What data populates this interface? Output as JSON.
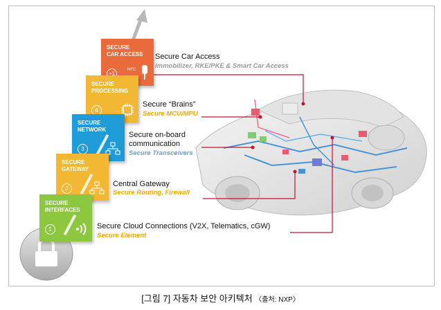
{
  "blocks": [
    {
      "name": "SECURE\nCAR ACCESS",
      "num": "+1",
      "tag": "NFC",
      "color": "#e96b3c"
    },
    {
      "name": "SECURE\nPROCESSING",
      "num": "4",
      "tag": "",
      "color": "#f2b733"
    },
    {
      "name": "SECURE\nNETWORK",
      "num": "3",
      "tag": "",
      "color": "#1f9bd7"
    },
    {
      "name": "SECURE\nGATEWAY",
      "num": "2",
      "tag": "",
      "color": "#f2b733"
    },
    {
      "name": "SECURE\nINTERFACES",
      "num": "1",
      "tag": "",
      "color": "#8dc63f"
    }
  ],
  "labels": [
    {
      "title": "Secure Car Access",
      "subtitle": "Immobilizer, RKE/PKE & Smart Car Access",
      "sub_color": "#9a9a9a"
    },
    {
      "title": "Secure “Brains”",
      "subtitle": "Secure MCU/MPU",
      "sub_color": "#f2a900"
    },
    {
      "title": "Secure on-board\ncommunication",
      "subtitle": "Secure Transceivers",
      "sub_color": "#5aa7d8"
    },
    {
      "title": "Central Gateway",
      "subtitle": "Secure Routing, Firewall",
      "sub_color": "#f2a900"
    },
    {
      "title": "Secure Cloud Connections (V2X, Telematics, cGW)",
      "subtitle": "Secure Element",
      "sub_color": "#f2a900"
    }
  ],
  "caption": {
    "main": "[그림 7] 자동차 보안 아키텍처",
    "source": "〈출처: NXP〉"
  },
  "icons": [
    "lock-icon",
    "wifi-icon",
    "network-icon",
    "gateway-icon",
    "chip-icon",
    "keyfob-icon",
    "arrow-up-icon"
  ],
  "colors": {
    "line": "#c8102e",
    "accent_blue": "#3a8fd4"
  }
}
